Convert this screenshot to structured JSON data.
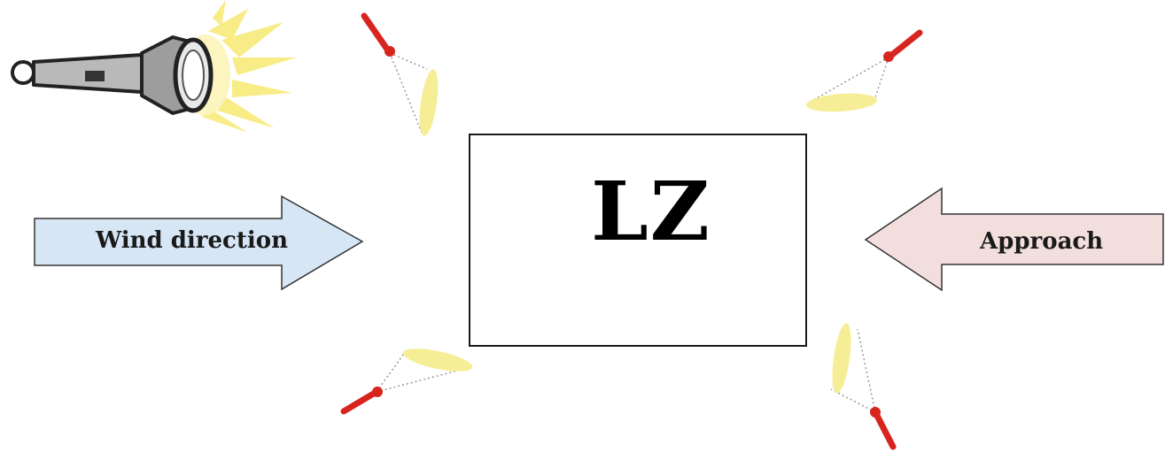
{
  "diagram": {
    "zone_label": "LZ",
    "wind_arrow": {
      "label": "Wind direction",
      "fill_color": "#d6e6f5",
      "direction": "right"
    },
    "approach_arrow": {
      "label": "Approach",
      "fill_color": "#f3dede",
      "direction": "left"
    },
    "flashlight": {
      "icon": "flashlight-icon",
      "beam_color": "#f7e86a"
    },
    "corner_lights": [
      {
        "icon": "light-wand-icon",
        "position": "top-left",
        "wand_color": "#d8241f",
        "glow_color": "#f6ee96"
      },
      {
        "icon": "light-wand-icon",
        "position": "top-right",
        "wand_color": "#d8241f",
        "glow_color": "#f6ee96"
      },
      {
        "icon": "light-wand-icon",
        "position": "bottom-left",
        "wand_color": "#d8241f",
        "glow_color": "#f6ee96"
      },
      {
        "icon": "light-wand-icon",
        "position": "bottom-right",
        "wand_color": "#d8241f",
        "glow_color": "#f6ee96"
      }
    ]
  }
}
